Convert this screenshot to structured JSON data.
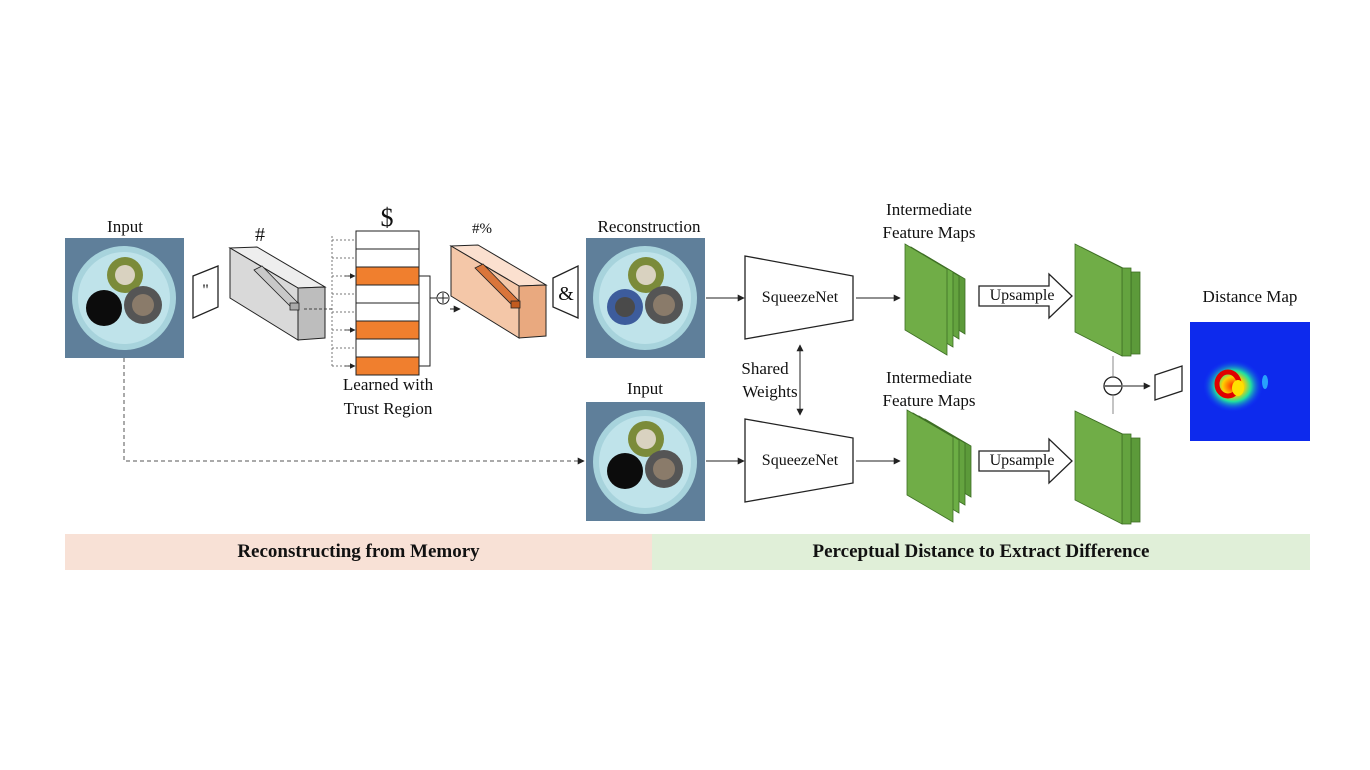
{
  "labels": {
    "input_top": "Input",
    "encoder_symbol": "\"",
    "latent_symbol": "#",
    "memory_symbol": "$",
    "latent_recon_symbol": "#%",
    "decoder_symbol": "&",
    "memory_caption_line1": "Learned with",
    "memory_caption_line2": "Trust Region",
    "reconstruction": "Reconstruction",
    "input_bottom": "Input",
    "squeezenet_top": "SqueezeNet",
    "squeezenet_bottom": "SqueezeNet",
    "shared_weights_line1": "Shared",
    "shared_weights_line2": "Weights",
    "feature_maps_top_line1": "Intermediate",
    "feature_maps_top_line2": "Feature Maps",
    "feature_maps_bottom_line1": "Intermediate",
    "feature_maps_bottom_line2": "Feature Maps",
    "upsample_top": "Upsample",
    "upsample_bottom": "Upsample",
    "distance_map": "Distance Map",
    "subtract_symbol": "⊖",
    "add_symbol": "⊕"
  },
  "bands": {
    "left": "Reconstructing from Memory",
    "right": "Perceptual Distance to Extract Difference"
  },
  "colors": {
    "memory_slot_orange": "#f07f2e",
    "feature_green": "#70ad47",
    "latent_box_gray": "#d9d9d9",
    "recon_box_peach": "#f4c7a8",
    "band_left": "#f8e1d6",
    "band_right": "#e0efd8",
    "photo_bg": "#5f7f9a"
  }
}
